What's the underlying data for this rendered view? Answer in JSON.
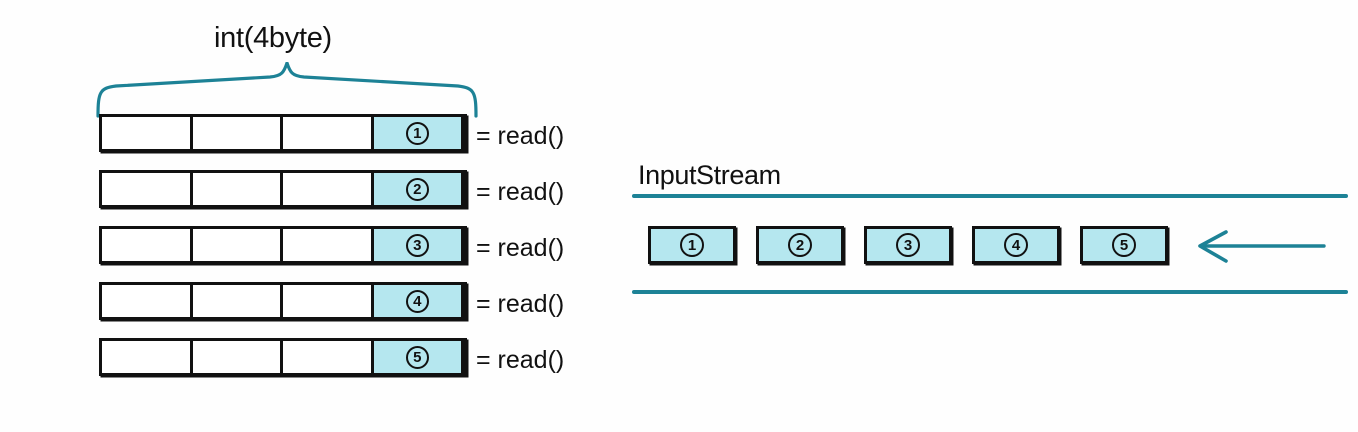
{
  "diagram": {
    "title": "int(4byte)",
    "accent_color": "#1d8296",
    "cell_fill_color": "#b5e7ef",
    "stroke_color": "#111111",
    "background_color": "#fefefe"
  },
  "memory": {
    "brace_label": "int(4byte)",
    "cells_per_row": 4,
    "rows": [
      {
        "value": "①",
        "number": "1",
        "read_label": "= read()"
      },
      {
        "value": "②",
        "number": "2",
        "read_label": "= read()"
      },
      {
        "value": "③",
        "number": "3",
        "read_label": "= read()"
      },
      {
        "value": "④",
        "number": "4",
        "read_label": "= read()"
      },
      {
        "value": "⑤",
        "number": "5",
        "read_label": "= read()"
      }
    ]
  },
  "stream": {
    "title": "InputStream",
    "arrow_direction": "left",
    "arrow_icon": "arrow-left-icon",
    "boxes": [
      {
        "value": "①",
        "number": "1"
      },
      {
        "value": "②",
        "number": "2"
      },
      {
        "value": "③",
        "number": "3"
      },
      {
        "value": "④",
        "number": "4"
      },
      {
        "value": "⑤",
        "number": "5"
      }
    ]
  }
}
